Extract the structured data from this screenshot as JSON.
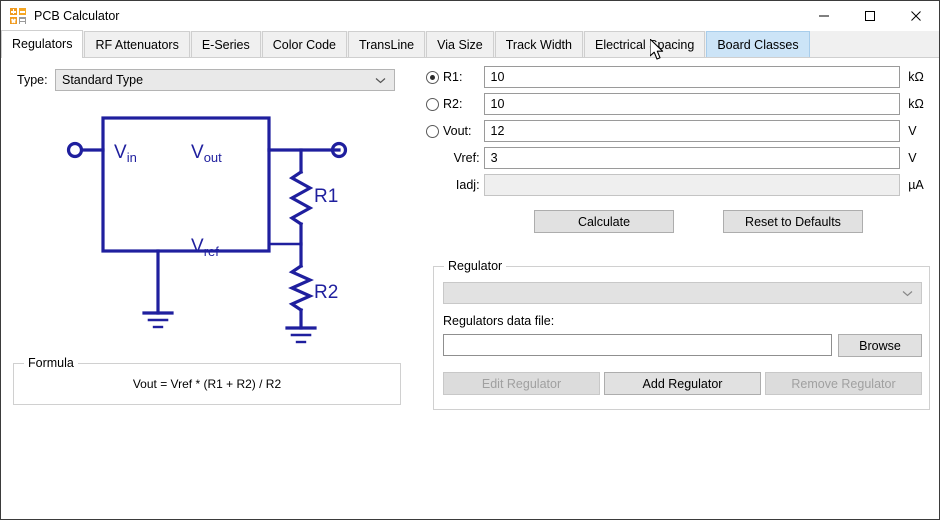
{
  "window": {
    "title": "PCB Calculator",
    "icon": "calculator-icon",
    "controls": {
      "minimize": "minimize",
      "maximize": "maximize",
      "close": "close"
    }
  },
  "tabs": [
    {
      "label": "Regulators",
      "state": "active"
    },
    {
      "label": "RF Attenuators",
      "state": "normal"
    },
    {
      "label": "E-Series",
      "state": "normal"
    },
    {
      "label": "Color Code",
      "state": "normal"
    },
    {
      "label": "TransLine",
      "state": "normal"
    },
    {
      "label": "Via Size",
      "state": "normal"
    },
    {
      "label": "Track Width",
      "state": "normal"
    },
    {
      "label": "Electrical Spacing",
      "state": "normal"
    },
    {
      "label": "Board Classes",
      "state": "hover"
    }
  ],
  "left": {
    "type_label": "Type:",
    "type_value": "Standard Type",
    "diagram": {
      "vin": "V",
      "vin_sub": "in",
      "vout": "V",
      "vout_sub": "out",
      "vref": "V",
      "vref_sub": "ref",
      "r1": "R1",
      "r2": "R2",
      "stroke_color": "#1f1f9e"
    },
    "formula_legend": "Formula",
    "formula_text": "Vout = Vref * (R1 + R2) / R2"
  },
  "right": {
    "fields": [
      {
        "label": "R1:",
        "value": "10",
        "unit": "kΩ",
        "radio": true,
        "checked": true,
        "disabled": false
      },
      {
        "label": "R2:",
        "value": "10",
        "unit": "kΩ",
        "radio": true,
        "checked": false,
        "disabled": false
      },
      {
        "label": "Vout:",
        "value": "12",
        "unit": "V",
        "radio": true,
        "checked": false,
        "disabled": false
      },
      {
        "label": "Vref:",
        "value": "3",
        "unit": "V",
        "radio": false,
        "checked": false,
        "disabled": false
      },
      {
        "label": "Iadj:",
        "value": "",
        "unit": "µA",
        "radio": false,
        "checked": false,
        "disabled": true
      }
    ],
    "calculate_label": "Calculate",
    "reset_label": "Reset to Defaults",
    "regulator_group": {
      "legend": "Regulator",
      "combo_value": "",
      "file_label": "Regulators data file:",
      "file_value": "",
      "browse_label": "Browse",
      "edit_label": "Edit Regulator",
      "add_label": "Add Regulator",
      "remove_label": "Remove Regulator"
    }
  },
  "colors": {
    "accent_blue": "#1f1f9e",
    "tab_hover": "#cce4f7",
    "button_face": "#e1e1e1",
    "disabled_text": "#a0a0a0"
  }
}
